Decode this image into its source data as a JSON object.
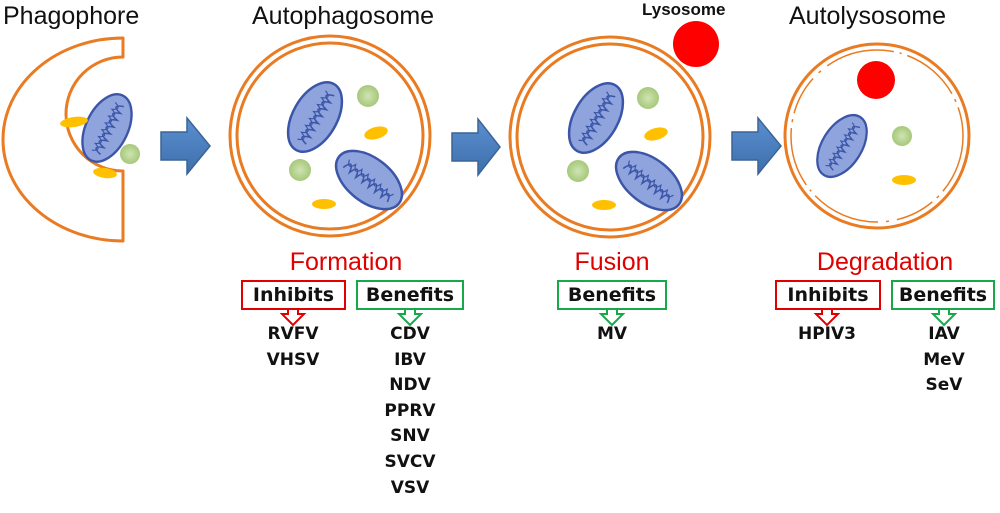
{
  "titles": {
    "phagophore": "Phagophore",
    "autophagosome": "Autophagosome",
    "lysosome": "Lysosome",
    "autolysosome": "Autolysosome"
  },
  "stages": {
    "formation": "Formation",
    "fusion": "Fusion",
    "degradation": "Degradation"
  },
  "tags": {
    "inhibits": "Inhibits",
    "benefits": "Benefits"
  },
  "formation_inhibits": [
    "RVFV",
    "VHSV"
  ],
  "formation_benefits": [
    "CDV",
    "IBV",
    "NDV",
    "PPRV",
    "SNV",
    "SVCV",
    "VSV"
  ],
  "fusion_benefits": [
    "MV"
  ],
  "degradation_inhibits": [
    "HPIV3"
  ],
  "degradation_benefits": [
    "IAV",
    "MeV",
    "SeV"
  ],
  "colors": {
    "membrane": "#e97b22",
    "mitochondrion": "#8fa3dc",
    "mitochondrion_stroke": "#3b55a8",
    "granule": "#ffc000",
    "vesicle": "#b5d48f",
    "lysosome": "#ff0000",
    "arrow": "#4a7ebb",
    "inhibit": "#e00000",
    "benefit": "#17a84a"
  }
}
